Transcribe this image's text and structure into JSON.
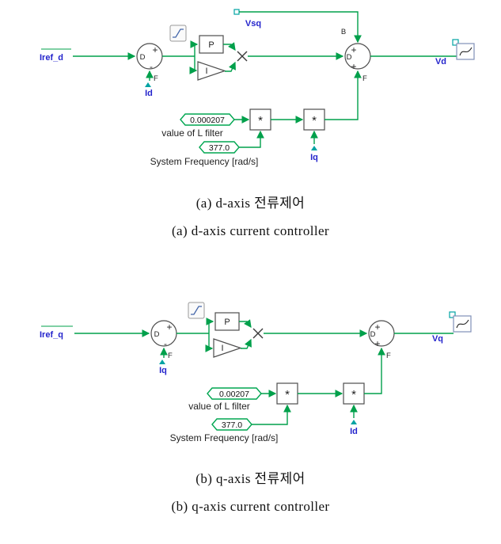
{
  "colors": {
    "wire_green": "#00A04B",
    "constant_box_green": "#00A651",
    "signal_blue": "#2424CC",
    "connector_teal": "#00A3A3",
    "block_border_gray": "#4D4D4D",
    "background": "#FFFFFF"
  },
  "diagram_a": {
    "caption_ko": "(a) d-axis 전류제어",
    "caption_en": "(a) d-axis current controller",
    "signals": {
      "input": "Iref_d",
      "feedback": "Id",
      "coupling_input": "Vsq",
      "cross_current": "Iq",
      "output": "Vd"
    },
    "ports": {
      "d": "D",
      "f": "F",
      "b": "B",
      "plus": "+",
      "minus": "-"
    },
    "blocks": {
      "proportional": "P",
      "integral": "I",
      "multiplier": "*"
    },
    "constants": {
      "l_filter_value": "0.000207",
      "l_filter_label": "value of L filter",
      "frequency_value": "377.0",
      "frequency_label": "System Frequency [rad/s]"
    }
  },
  "diagram_b": {
    "caption_ko": "(b) q-axis 전류제어",
    "caption_en": "(b) q-axis current controller",
    "signals": {
      "input": "Iref_q",
      "feedback": "Iq",
      "cross_current": "Id",
      "output": "Vq"
    },
    "ports": {
      "d": "D",
      "f": "F",
      "plus": "+",
      "minus": "-"
    },
    "blocks": {
      "proportional": "P",
      "integral": "I",
      "multiplier": "*"
    },
    "constants": {
      "l_filter_value": "0.00207",
      "l_filter_label": "value of L filter",
      "frequency_value": "377.0",
      "frequency_label": "System Frequency [rad/s]"
    }
  }
}
